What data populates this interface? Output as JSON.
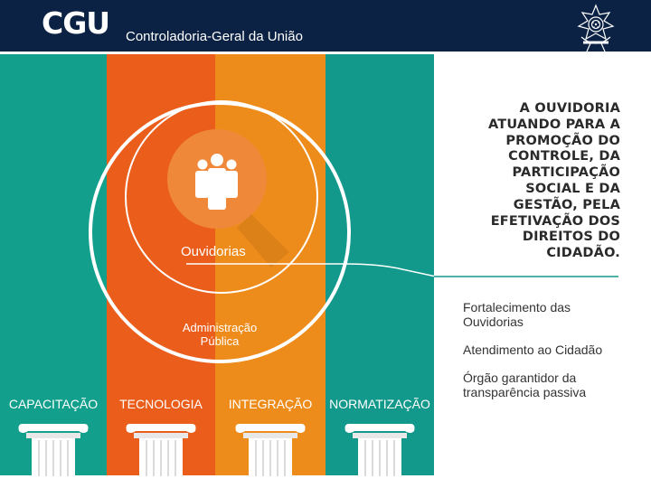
{
  "header": {
    "logo_text": "CGU",
    "subtitle": "Controladoria-Geral da União",
    "crest_icon": "brazil-coat-of-arms-icon"
  },
  "colors": {
    "header_bg": "#0c2244",
    "teal": "#12a08c",
    "orange": "#ea5d1b",
    "amber": "#ee8c1b",
    "teal_dark": "#13998c",
    "inner_orange": "#f0883a"
  },
  "diagram": {
    "inner_label": "Ouvidorias",
    "outer_label_line1": "Administração",
    "outer_label_line2": "Pública",
    "inner_icon": "people-group-icon"
  },
  "columns": [
    {
      "label": "CAPACITAÇÃO"
    },
    {
      "label": "TECNOLOGIA"
    },
    {
      "label": "INTEGRAÇÃO"
    },
    {
      "label": "NORMATIZAÇÃO"
    }
  ],
  "headline": [
    "A OUVIDORIA",
    "ATUANDO PARA A",
    "PROMOÇÃO DO",
    "CONTROLE, DA",
    "PARTICIPAÇÃO",
    "SOCIAL E DA",
    "GESTÃO, PELA",
    "EFETIVAÇÃO DOS",
    "DIREITOS DO",
    "CIDADÃO."
  ],
  "bullets": [
    {
      "line1": "Fortalecimento das",
      "line2": "Ouvidorias"
    },
    {
      "line1": "Atendimento ao Cidadão",
      "line2": ""
    },
    {
      "line1": "Órgão garantidor da",
      "line2": "transparência passiva"
    }
  ]
}
